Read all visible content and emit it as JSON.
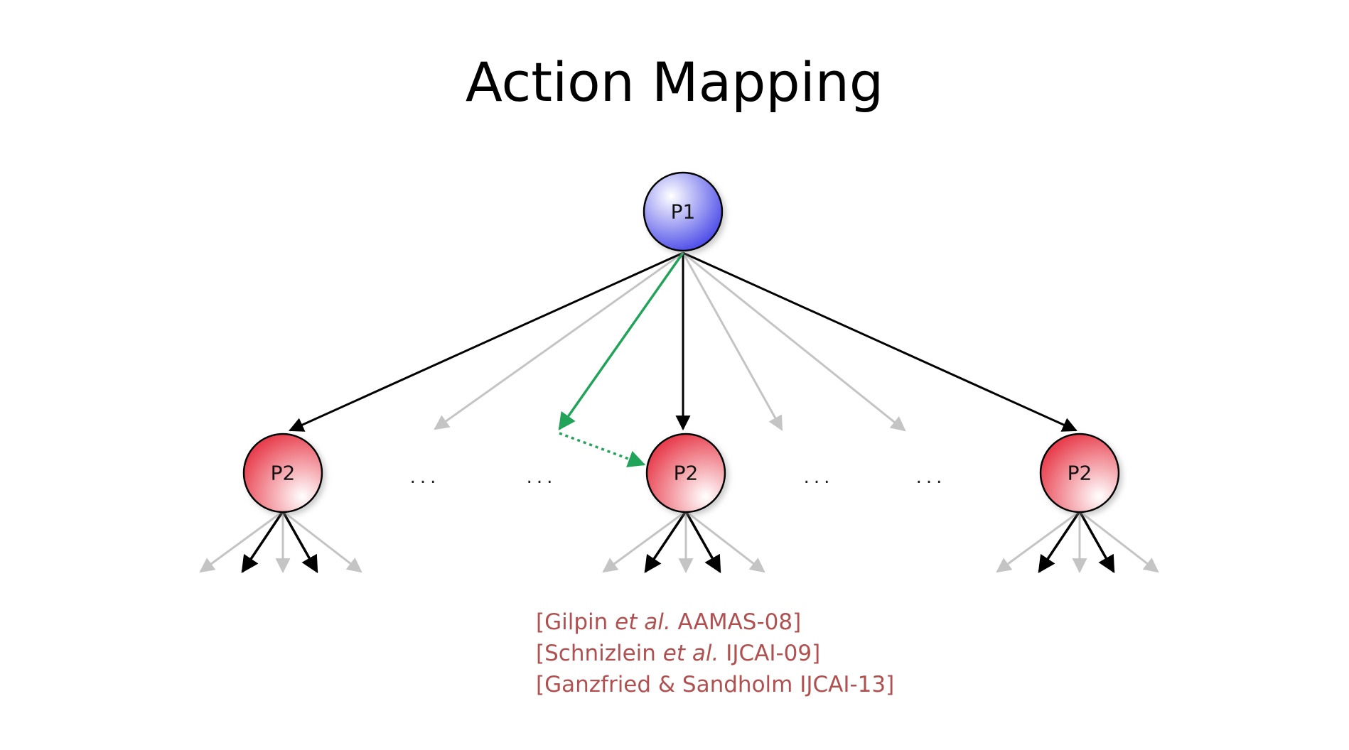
{
  "title": "Action Mapping",
  "nodes": {
    "root": "P1",
    "left": "P2",
    "middle": "P2",
    "right": "P2"
  },
  "ellipses": [
    "...",
    "...",
    "...",
    "..."
  ],
  "references": [
    {
      "prefix": "[Gilpin ",
      "italic": "et al.",
      "suffix": " AAMAS-08]"
    },
    {
      "prefix": "[Schnizlein ",
      "italic": "et al.",
      "suffix": " IJCAI-09]"
    },
    {
      "prefix": "[Ganzfried & Sandholm IJCAI-13]",
      "italic": "",
      "suffix": ""
    }
  ],
  "colors": {
    "p1_fill": "#5555ee",
    "p2_fill": "#e84a5a",
    "black_edge": "#000000",
    "gray_edge": "#c4c4c4",
    "mapping_edge": "#22a35a",
    "reference_text": "#b05050"
  }
}
